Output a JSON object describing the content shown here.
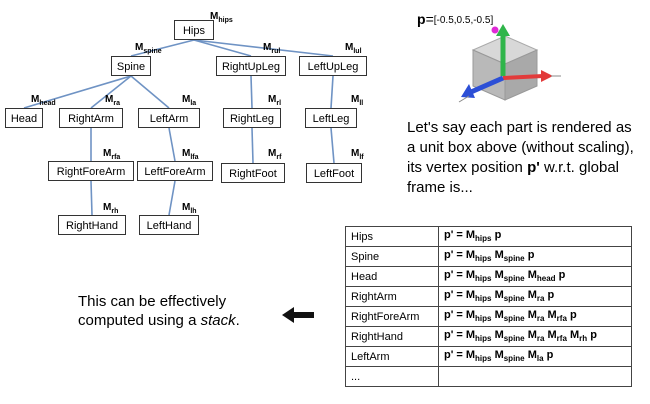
{
  "tree": {
    "nodes": [
      {
        "id": "hips",
        "label": "Hips"
      },
      {
        "id": "spine",
        "label": "Spine"
      },
      {
        "id": "rightupleg",
        "label": "RightUpLeg"
      },
      {
        "id": "leftupleg",
        "label": "LeftUpLeg"
      },
      {
        "id": "head",
        "label": "Head"
      },
      {
        "id": "rightarm",
        "label": "RightArm"
      },
      {
        "id": "leftarm",
        "label": "LeftArm"
      },
      {
        "id": "rightleg",
        "label": "RightLeg"
      },
      {
        "id": "leftleg",
        "label": "LeftLeg"
      },
      {
        "id": "rightforearm",
        "label": "RightForeArm"
      },
      {
        "id": "leftforearm",
        "label": "LeftForeArm"
      },
      {
        "id": "rightfoot",
        "label": "RightFoot"
      },
      {
        "id": "leftfoot",
        "label": "LeftFoot"
      },
      {
        "id": "righthand",
        "label": "RightHand"
      },
      {
        "id": "lefthand",
        "label": "LeftHand"
      }
    ],
    "edges": [
      {
        "from": "hips",
        "to": "spine"
      },
      {
        "from": "hips",
        "to": "rightupleg"
      },
      {
        "from": "hips",
        "to": "leftupleg"
      },
      {
        "from": "spine",
        "to": "head"
      },
      {
        "from": "spine",
        "to": "rightarm"
      },
      {
        "from": "spine",
        "to": "leftarm"
      },
      {
        "from": "rightupleg",
        "to": "rightleg"
      },
      {
        "from": "leftupleg",
        "to": "leftleg"
      },
      {
        "from": "rightleg",
        "to": "rightfoot"
      },
      {
        "from": "leftleg",
        "to": "leftfoot"
      },
      {
        "from": "rightarm",
        "to": "rightforearm"
      },
      {
        "from": "leftarm",
        "to": "leftforearm"
      },
      {
        "from": "rightforearm",
        "to": "righthand"
      },
      {
        "from": "leftforearm",
        "to": "lefthand"
      }
    ],
    "matrix_labels": [
      {
        "id": "hips",
        "base": "M",
        "sub": "hips"
      },
      {
        "id": "spine",
        "base": "M",
        "sub": "spine"
      },
      {
        "id": "rul",
        "base": "M",
        "sub": "rul"
      },
      {
        "id": "lul",
        "base": "M",
        "sub": "lul"
      },
      {
        "id": "head",
        "base": "M",
        "sub": "head"
      },
      {
        "id": "ra",
        "base": "M",
        "sub": "ra"
      },
      {
        "id": "la",
        "base": "M",
        "sub": "la"
      },
      {
        "id": "rl",
        "base": "M",
        "sub": "rl"
      },
      {
        "id": "ll",
        "base": "M",
        "sub": "ll"
      },
      {
        "id": "rfa",
        "base": "M",
        "sub": "rfa"
      },
      {
        "id": "lfa",
        "base": "M",
        "sub": "lfa"
      },
      {
        "id": "rf",
        "base": "M",
        "sub": "rf"
      },
      {
        "id": "lf",
        "base": "M",
        "sub": "lf"
      },
      {
        "id": "rh",
        "base": "M",
        "sub": "rh"
      },
      {
        "id": "lh",
        "base": "M",
        "sub": "lh"
      }
    ],
    "colors": {
      "edge": "#6f93c4",
      "node_border": "#333333"
    }
  },
  "point": {
    "symbol": "p",
    "equals": "=",
    "value": "[-0.5,0.5,-0.5]"
  },
  "description": {
    "line1": "Let's say each part is rendered as a unit box above (without scaling), its vertex position ",
    "bold": "p'",
    "line2": " w.r.t. global frame is..."
  },
  "stack_note": {
    "text": "This can be effectively computed using a ",
    "italic": "stack",
    "end": "."
  },
  "table": {
    "rows": [
      {
        "part": "Hips",
        "lhs": "p' = ",
        "terms": [
          [
            "M",
            "hips"
          ]
        ]
      },
      {
        "part": "Spine",
        "lhs": "p' = ",
        "terms": [
          [
            "M",
            "hips"
          ],
          [
            "M",
            "spine"
          ]
        ]
      },
      {
        "part": "Head",
        "lhs": "p' = ",
        "terms": [
          [
            "M",
            "hips"
          ],
          [
            "M",
            "spine"
          ],
          [
            "M",
            "head"
          ]
        ]
      },
      {
        "part": "RightArm",
        "lhs": "p' = ",
        "terms": [
          [
            "M",
            "hips"
          ],
          [
            "M",
            "spine"
          ],
          [
            "M",
            "ra"
          ]
        ]
      },
      {
        "part": "RightForeArm",
        "lhs": "p' = ",
        "terms": [
          [
            "M",
            "hips"
          ],
          [
            "M",
            "spine"
          ],
          [
            "M",
            "ra"
          ],
          [
            "M",
            "rfa"
          ]
        ]
      },
      {
        "part": "RightHand",
        "lhs": "p' = ",
        "terms": [
          [
            "M",
            "hips"
          ],
          [
            "M",
            "spine"
          ],
          [
            "M",
            "ra"
          ],
          [
            "M",
            "rfa"
          ],
          [
            "M",
            "rh"
          ]
        ]
      },
      {
        "part": "LeftArm",
        "lhs": "p' = ",
        "terms": [
          [
            "M",
            "hips"
          ],
          [
            "M",
            "spine"
          ],
          [
            "M",
            "la"
          ]
        ]
      },
      {
        "part": "...",
        "lhs": "",
        "terms": []
      }
    ],
    "suffix": " p"
  },
  "axis_colors": {
    "x": "#e23b3b",
    "y": "#2fb54a",
    "z": "#2c4fd6",
    "box": "#b9b9b9",
    "point": "#e02ad6"
  }
}
